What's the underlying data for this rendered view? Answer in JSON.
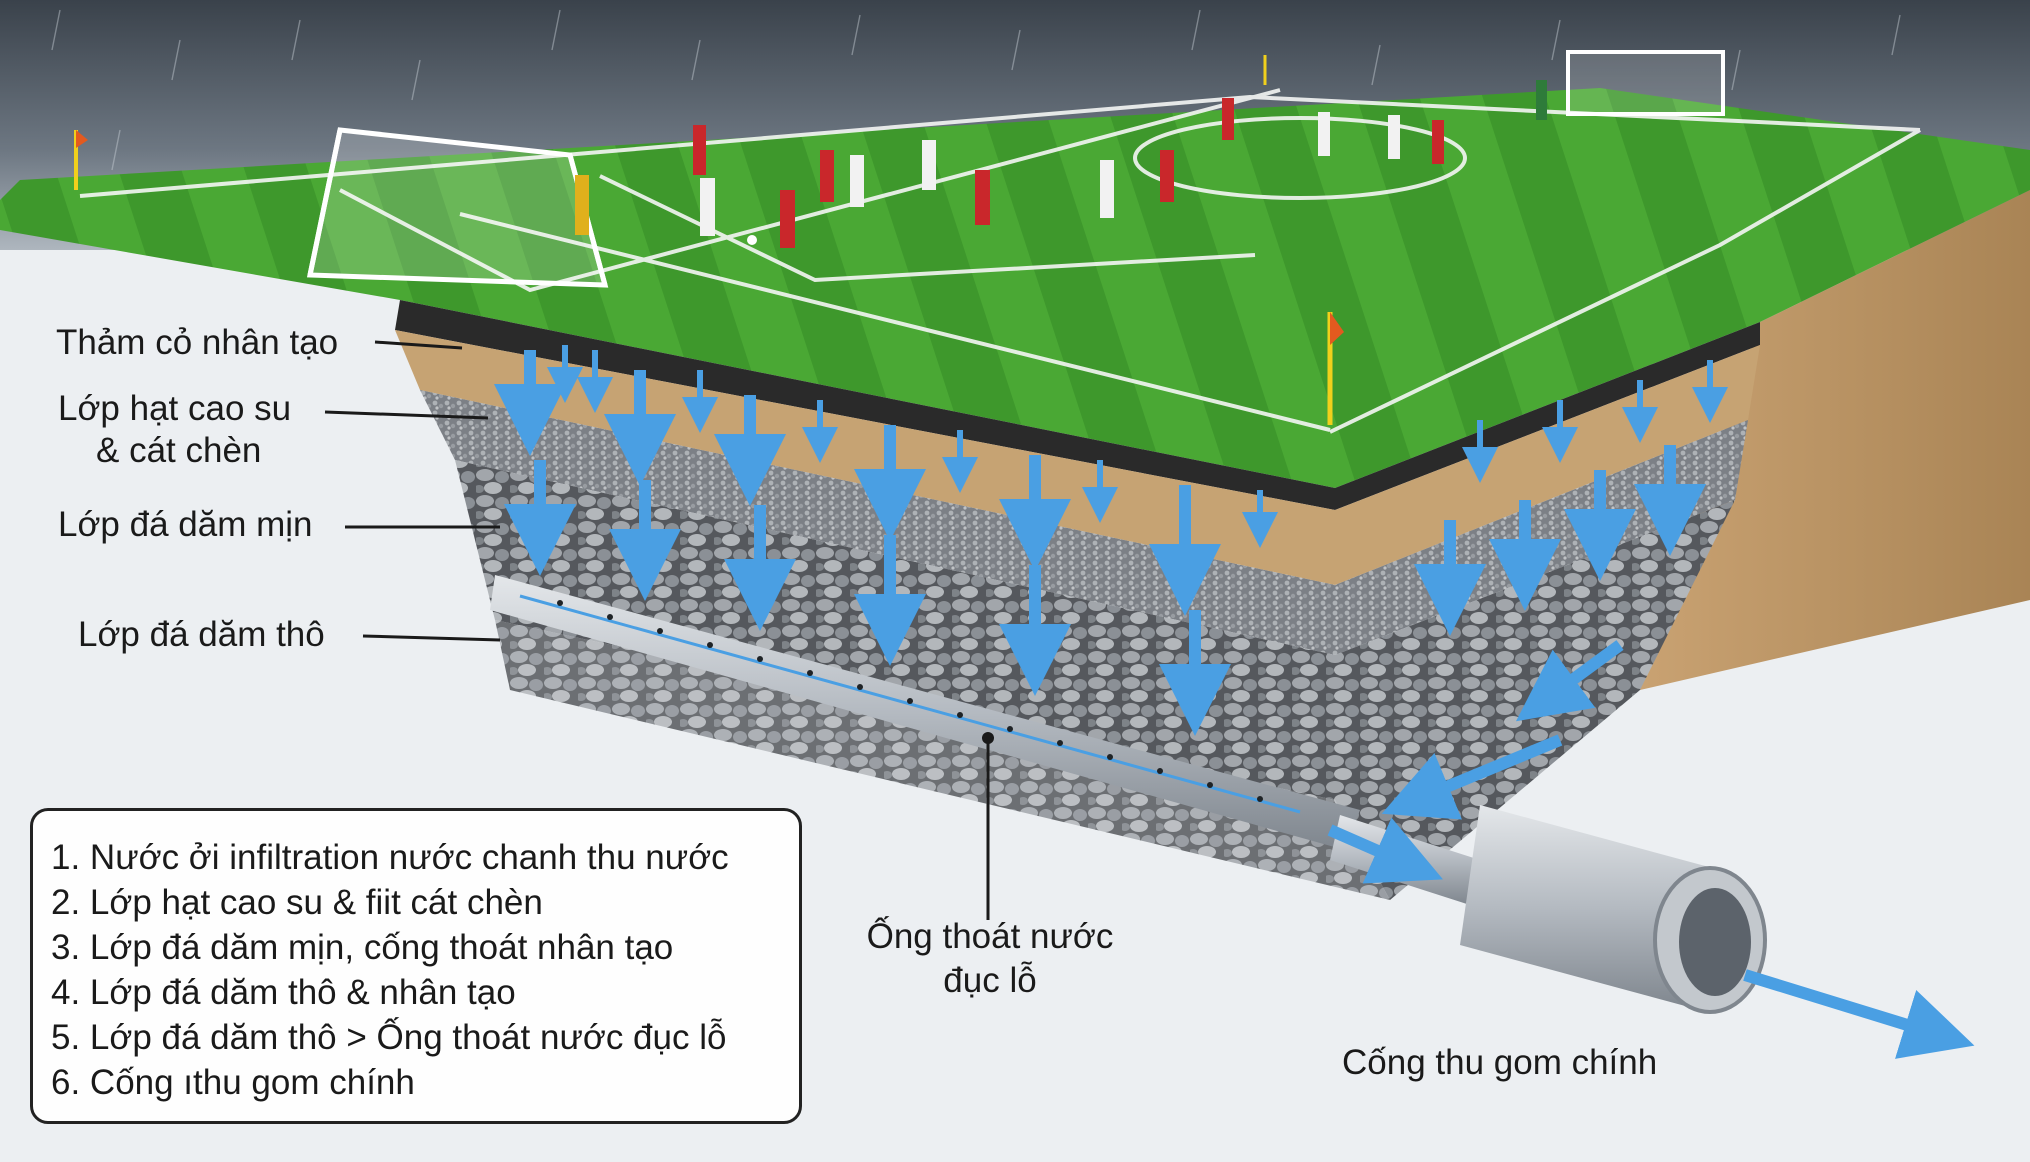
{
  "layer_labels": {
    "turf": "Thảm cỏ nhân tạo",
    "rubber_line1": "Lớp hạt cao su",
    "rubber_line2": "& cát chèn",
    "fine_gravel": "Lớp đá dăm mịn",
    "coarse_gravel": "Lớp đá dăm thô"
  },
  "pipe_label": {
    "line1": "Ống thoát nước",
    "line2": "đục lỗ"
  },
  "main_drain_label": "Cống thu gom chính",
  "legend": {
    "items": [
      "1. Nước ởi infiltration nước chanh thu nước",
      "2. Lớp hạt cao su & fiit cát chèn",
      "3. Lớp đá dăm mịn, cống thoát nhân tạo",
      "4. Lớp đá dăm thô & nhân tạo",
      "5. Lớp đá dăm thô > Ống thoát nước đục lỗ",
      "6. Cống ıthu gom chính"
    ]
  },
  "colors": {
    "sky": "#3f4852",
    "turf": "#3f9a2c",
    "sand": "#c8a574",
    "fine_gravel": "#8d9095",
    "coarse_gravel": "#6e7176",
    "water_arrow": "#4a9fe3",
    "pipe": "#b6bcc3"
  }
}
